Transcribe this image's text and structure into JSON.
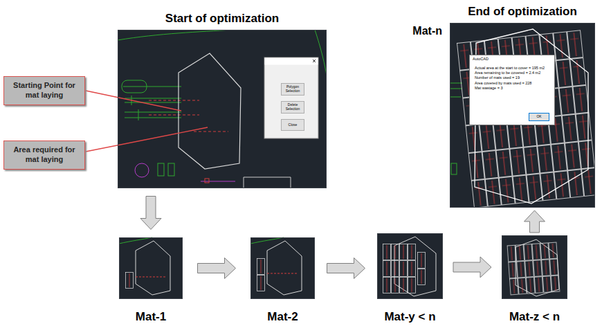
{
  "diagram": {
    "nodes": [
      {
        "text": [
          "Start of optimization"
        ]
      },
      {
        "text": [
          "Polygon Selection"
        ],
        "in": 0
      },
      {
        "text": [
          "Delete Selection"
        ],
        "in": 0
      },
      {
        "text": [
          "Close"
        ],
        "in": 0
      },
      {
        "text": [
          "Starting Point for mat laying"
        ]
      },
      {
        "text": [
          "Area required for mat laying"
        ]
      },
      {
        "text": [
          "Mat-1"
        ]
      },
      {
        "text": [
          "Mat-2"
        ]
      },
      {
        "text": [
          "Mat-y < n"
        ]
      },
      {
        "text": [
          "Mat-z < n"
        ]
      },
      {
        "text": [
          "End of optimization",
          "Mat-n"
        ]
      },
      {
        "text": [
          "AutoCAD",
          "Actual area at the start to cover = 195 m2",
          "Area remaining to be covered = 2.4 m2",
          "Number of mats used = 19",
          "Area covered by mats used = 228",
          "Mat wastage = 3"
        ],
        "in": 10
      },
      {
        "text": [
          "OK"
        ],
        "in": 11
      }
    ],
    "edges": [
      {
        "from": 0,
        "to": 6,
        "arrow": "to"
      },
      {
        "from": 6,
        "to": 7,
        "arrow": "to"
      },
      {
        "from": 7,
        "to": 8,
        "arrow": "to"
      },
      {
        "from": 8,
        "to": 9,
        "arrow": "to"
      },
      {
        "from": 9,
        "to": 10,
        "arrow": "to"
      }
    ]
  }
}
